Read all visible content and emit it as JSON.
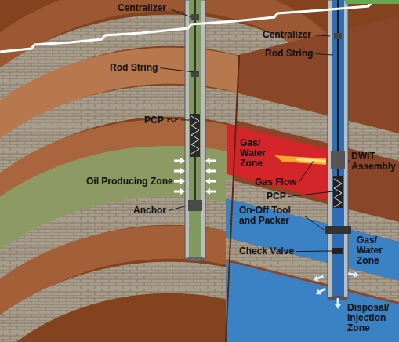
{
  "diagram": {
    "labels": [
      "Centralizer",
      "Centralizer",
      "Rod String",
      "Rod String",
      "PCP",
      "PCP",
      "Oil Producing Zone",
      "Anchor",
      "Gas/ Water Zone",
      "DWIT Assembly",
      "Gas Flow",
      "PCP",
      "Gas/ Water Zone",
      "On-Off Tool and Packer",
      "Check Valve",
      "Disposal/ Injection Zone"
    ]
  }
}
